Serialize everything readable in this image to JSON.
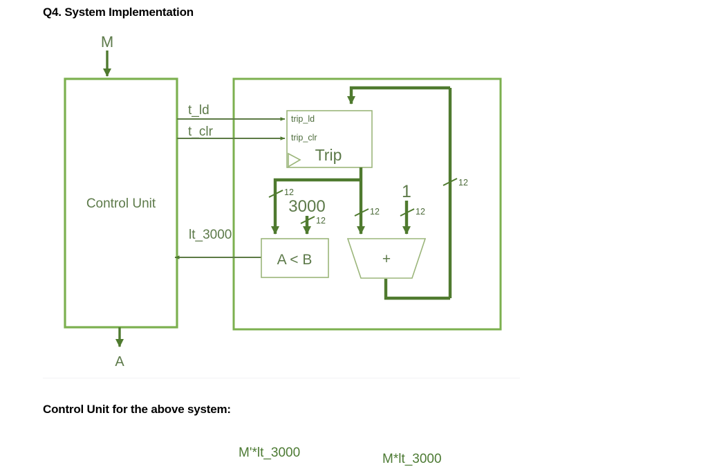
{
  "page": {
    "title": "Q4. System Implementation",
    "subheading": "Control Unit for the above system:"
  },
  "colors": {
    "bus_dark_green": "#4f7a2f",
    "box_light_green": "#7cb04f",
    "inner_box_green": "#8fae6a",
    "text_green": "#5d7a4a",
    "heading_black": "#000000",
    "background": "#ffffff"
  },
  "diagram": {
    "control_unit": {
      "label": "Control Unit",
      "input_signal": "M",
      "output_signal": "A",
      "outputs": [
        "t_ld",
        "t_clr"
      ],
      "inputs": [
        "lt_3000"
      ]
    },
    "datapath": {
      "register": {
        "name": "Trip",
        "port_load": "trip_ld",
        "port_clear": "trip_clr"
      },
      "comparator": {
        "label": "A < B",
        "constant": "3000"
      },
      "adder": {
        "label": "+",
        "constant": "1"
      },
      "bus_widths": {
        "cmp_a": "12",
        "cmp_b": "12",
        "add_a": "12",
        "add_b": "12",
        "feedback": "12"
      }
    },
    "signals": {
      "t_ld": "t_ld",
      "t_clr": "t_clr",
      "lt_3000": "lt_3000",
      "trip_ld": "trip_ld",
      "trip_clr": "trip_clr",
      "m": "M",
      "a": "A"
    }
  },
  "kmap": {
    "terms": [
      "M'*lt_3000",
      "M*lt_3000"
    ]
  }
}
